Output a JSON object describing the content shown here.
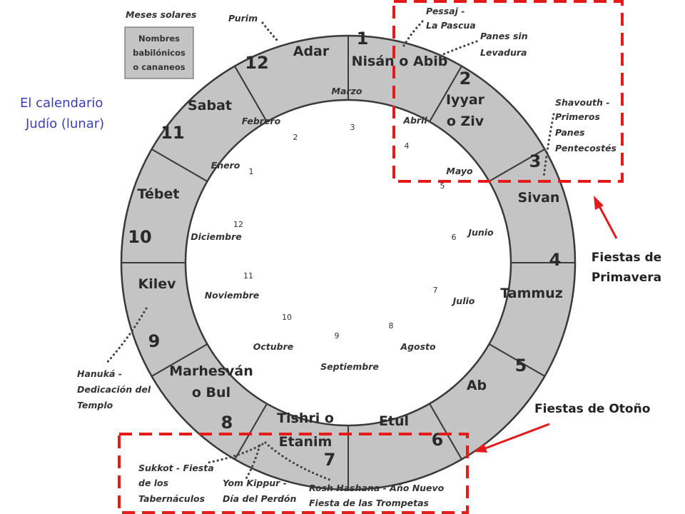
{
  "title": {
    "line1": "El calendario",
    "line2": "Judío (lunar)",
    "color": "#3d3db8"
  },
  "legend": {
    "title": "Meses solares",
    "box_lines": [
      "Nombres",
      "babilónicos",
      "o cananeos"
    ],
    "box_color": "#c4c4c4"
  },
  "ring_color": "#c4c4c4",
  "lunar_months": [
    {
      "num": "1",
      "lines": [
        "Nisán o Abib"
      ]
    },
    {
      "num": "2",
      "lines": [
        "Iyyar",
        "o Ziv"
      ]
    },
    {
      "num": "3",
      "lines": [
        "Sivan"
      ]
    },
    {
      "num": "4",
      "lines": [
        "Tammuz"
      ]
    },
    {
      "num": "5",
      "lines": [
        "Ab"
      ]
    },
    {
      "num": "6",
      "lines": [
        "Etul"
      ]
    },
    {
      "num": "7",
      "lines": [
        "Tishri o",
        "Etanim"
      ]
    },
    {
      "num": "8",
      "lines": [
        "Marhesván",
        "o Bul"
      ]
    },
    {
      "num": "9",
      "lines": [
        "Kilev"
      ]
    },
    {
      "num": "10",
      "lines": [
        "Tébet"
      ]
    },
    {
      "num": "11",
      "lines": [
        "Sabat"
      ]
    },
    {
      "num": "12",
      "lines": [
        "Adar"
      ]
    }
  ],
  "solar_months": [
    {
      "name": "Marzo",
      "num": "3"
    },
    {
      "name": "Abril",
      "num": "4"
    },
    {
      "name": "Mayo",
      "num": "5"
    },
    {
      "name": "Junio",
      "num": "6"
    },
    {
      "name": "Julio",
      "num": "7"
    },
    {
      "name": "Agosto",
      "num": "8"
    },
    {
      "name": "Septiembre",
      "num": "9"
    },
    {
      "name": "Octubre",
      "num": "10"
    },
    {
      "name": "Noviembre",
      "num": "11"
    },
    {
      "name": "Diciembre",
      "num": "12"
    },
    {
      "name": "Enero",
      "num": "1"
    },
    {
      "name": "Febrero",
      "num": "2"
    }
  ],
  "festivals": {
    "purim": "Purim",
    "pessaj": [
      "Pessaj -",
      "La Pascua"
    ],
    "panes": [
      "Panes sin",
      "Levadura"
    ],
    "shavouth": [
      "Shavouth -",
      "Primeros",
      "Panes",
      "Pentecostés"
    ],
    "hanuka": [
      "Hanuká -",
      "Dedicación del",
      "Templo"
    ],
    "sukkot": [
      "Sukkot - Fiesta",
      "de los",
      "Tabernáculos"
    ],
    "yom_kippur": [
      "Yom Kippur -",
      "Día del Perdón"
    ],
    "rosh": [
      "Rosh Hashana - Año Nuevo",
      "Fiesta de las Trompetas"
    ]
  },
  "callouts": {
    "primavera": [
      "Fiestas de",
      "Primavera"
    ],
    "otono": "Fiestas de Otoño",
    "color": "#e21b1b"
  }
}
